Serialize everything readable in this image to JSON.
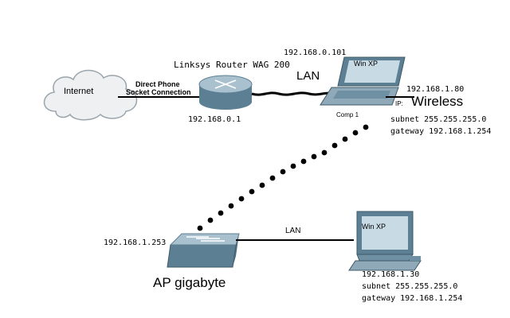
{
  "internet": {
    "label": "Internet"
  },
  "phone_link": {
    "line1": "Direct Phone",
    "line2": "Socket Connection"
  },
  "router": {
    "title": "Linksys Router WAG 200",
    "ip": "192.168.0.1"
  },
  "lan_top": {
    "label": "LAN"
  },
  "comp1": {
    "screen_text": "Win XP",
    "lan_ip": "192.168.0.101",
    "name": "Comp 1",
    "wireless_ip": "192.168.1.80",
    "ip_prefix": "IP: ",
    "wireless_label": "Wireless",
    "subnet": "subnet 255.255.255.0",
    "gateway": "gateway 192.168.1.254"
  },
  "ap": {
    "ip": "192.168.1.253",
    "name": "AP gigabyte"
  },
  "lan_bottom": {
    "label": "LAN"
  },
  "comp2": {
    "screen_text": "Win XP",
    "ip": "192.168.1.30",
    "subnet": "subnet 255.255.255.0",
    "gateway": "gateway 192.168.1.254"
  },
  "colors": {
    "device_face": "#6f8fa3",
    "device_top": "#a9c1cf",
    "device_dark": "#3d5868",
    "screen": "#1e3a4c"
  }
}
